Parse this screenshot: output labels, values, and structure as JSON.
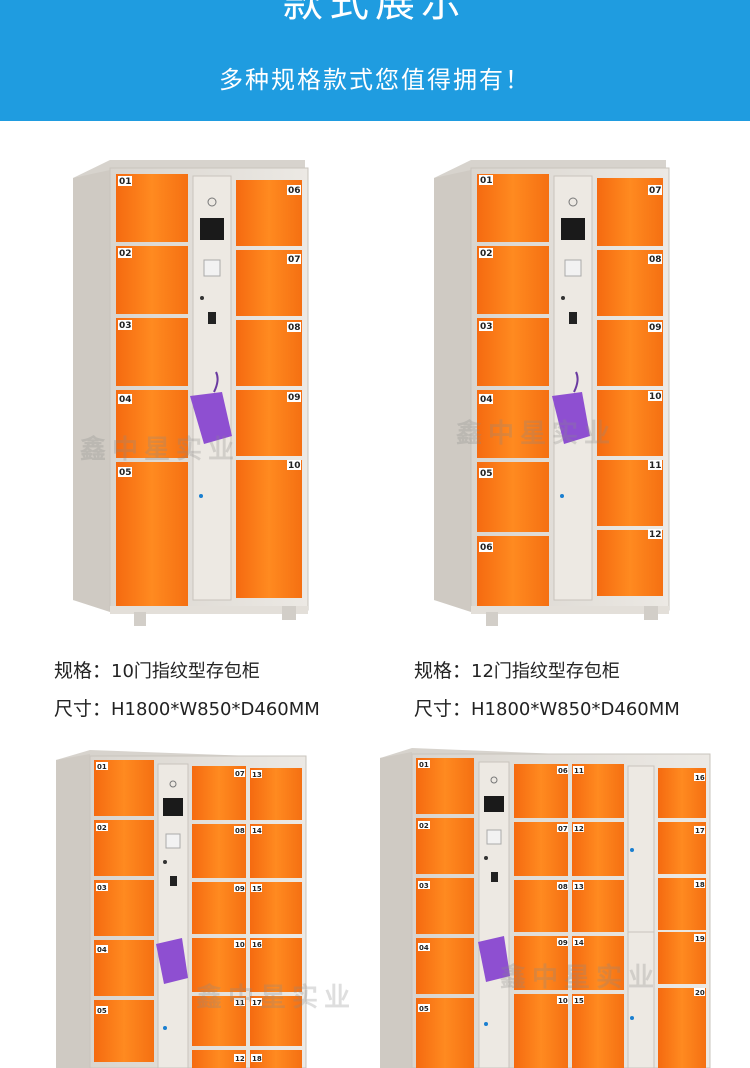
{
  "header": {
    "title": "款式展示",
    "subtitle": "多种规格款式您值得拥有！"
  },
  "colors": {
    "header_bg": "#1f9ce0",
    "door_orange": "#ff7f16",
    "cabinet_frame": "#e6e2dc",
    "bag_purple": "#8e4fd1"
  },
  "watermark": "鑫中星实业",
  "products": [
    {
      "spec_label": "规格：",
      "spec_value": "10门指纹型存包柜",
      "size_label": "尺寸：",
      "size_value": "H1800*W850*D460MM",
      "door_labels_left": [
        "01",
        "02",
        "03",
        "04",
        "05"
      ],
      "door_labels_right": [
        "06",
        "07",
        "08",
        "09",
        "10"
      ]
    },
    {
      "spec_label": "规格：",
      "spec_value": "12门指纹型存包柜",
      "size_label": "尺寸：",
      "size_value": "H1800*W850*D460MM",
      "door_labels_left": [
        "01",
        "02",
        "03",
        "04",
        "05",
        "06"
      ],
      "door_labels_right": [
        "07",
        "08",
        "09",
        "10",
        "11",
        "12"
      ]
    },
    {
      "door_labels_left": [
        "01",
        "02",
        "03",
        "04",
        "05"
      ],
      "door_labels_col2": [
        "07",
        "08",
        "09",
        "10",
        "11",
        "12"
      ],
      "door_labels_col3": [
        "13",
        "14",
        "15",
        "16",
        "17",
        "18"
      ]
    },
    {
      "door_labels_left": [
        "01",
        "02",
        "03",
        "04",
        "05"
      ],
      "door_labels_col2": [
        "06",
        "07",
        "08",
        "09",
        "10"
      ],
      "door_labels_col3": [
        "11",
        "12",
        "13",
        "14",
        "15"
      ],
      "door_labels_col5": [
        "16",
        "17",
        "18",
        "19",
        "20"
      ]
    }
  ]
}
